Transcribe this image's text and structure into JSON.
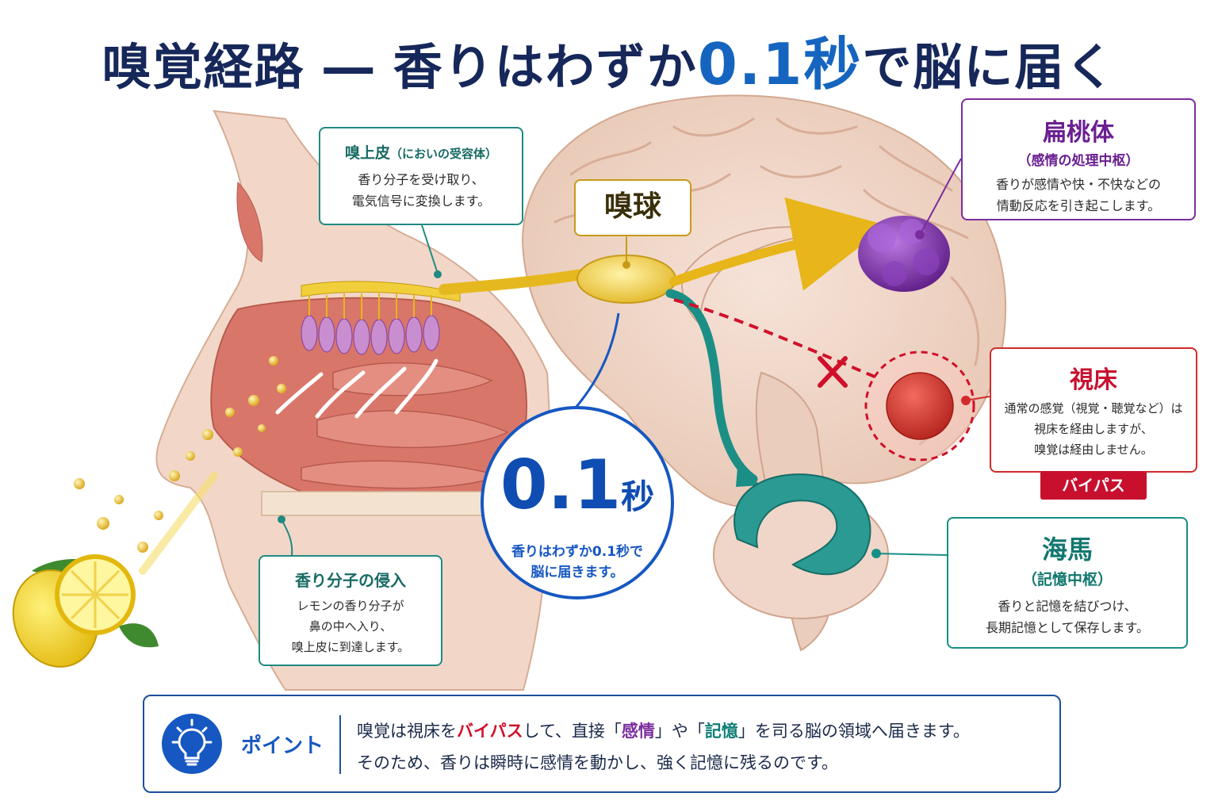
{
  "title": {
    "main": "嗅覚経路 ― 香りはわずか",
    "highlight": "0.1秒",
    "tail": "で脳に届く"
  },
  "labels": {
    "epithelium": {
      "title": "嗅上皮",
      "sub": "（においの受容体）",
      "line1": "香り分子を受け取り、",
      "line2": "電気信号に変換します。"
    },
    "bulb": {
      "title": "嗅球"
    },
    "amygdala": {
      "title": "扁桃体",
      "sub": "（感情の処理中枢）",
      "line1": "香りが感情や快・不快などの",
      "line2": "情動反応を引き起こします。"
    },
    "thalamus": {
      "title": "視床",
      "line1": "通常の感覚（視覚・聴覚など）は",
      "line2": "視床を経由しますが、",
      "line3": "嗅覚は経由しません。",
      "badge": "バイパス"
    },
    "hippocampus": {
      "title": "海馬",
      "sub": "（記憶中枢）",
      "line1": "香りと記憶を結びつけ、",
      "line2": "長期記憶として保存します。"
    },
    "entry": {
      "title": "香り分子の侵入",
      "line1": "レモンの香り分子が",
      "line2": "鼻の中へ入り、",
      "line3": "嗅上皮に到達します。"
    }
  },
  "speed": {
    "value": "0.1",
    "unit": "秒",
    "line1": "香りはわずか0.1秒で",
    "line2": "脳に届きます。"
  },
  "point": {
    "label": "ポイント",
    "l1_a": "嗅覚は視床を",
    "l1_b": "バイパス",
    "l1_c": "して、直接「",
    "l1_d": "感情",
    "l1_e": "」や「",
    "l1_f": "記憶",
    "l1_g": "」を司る脳の領域へ届きます。",
    "line2": "そのため、香りは瞬時に感情を動かし、強く記憶に残るのです。"
  },
  "colors": {
    "navy": "#16275a",
    "blue": "#1657c2",
    "teal": "#178f86",
    "purple": "#7b2d9e",
    "red": "#c8102e",
    "gold": "#e6b820"
  }
}
